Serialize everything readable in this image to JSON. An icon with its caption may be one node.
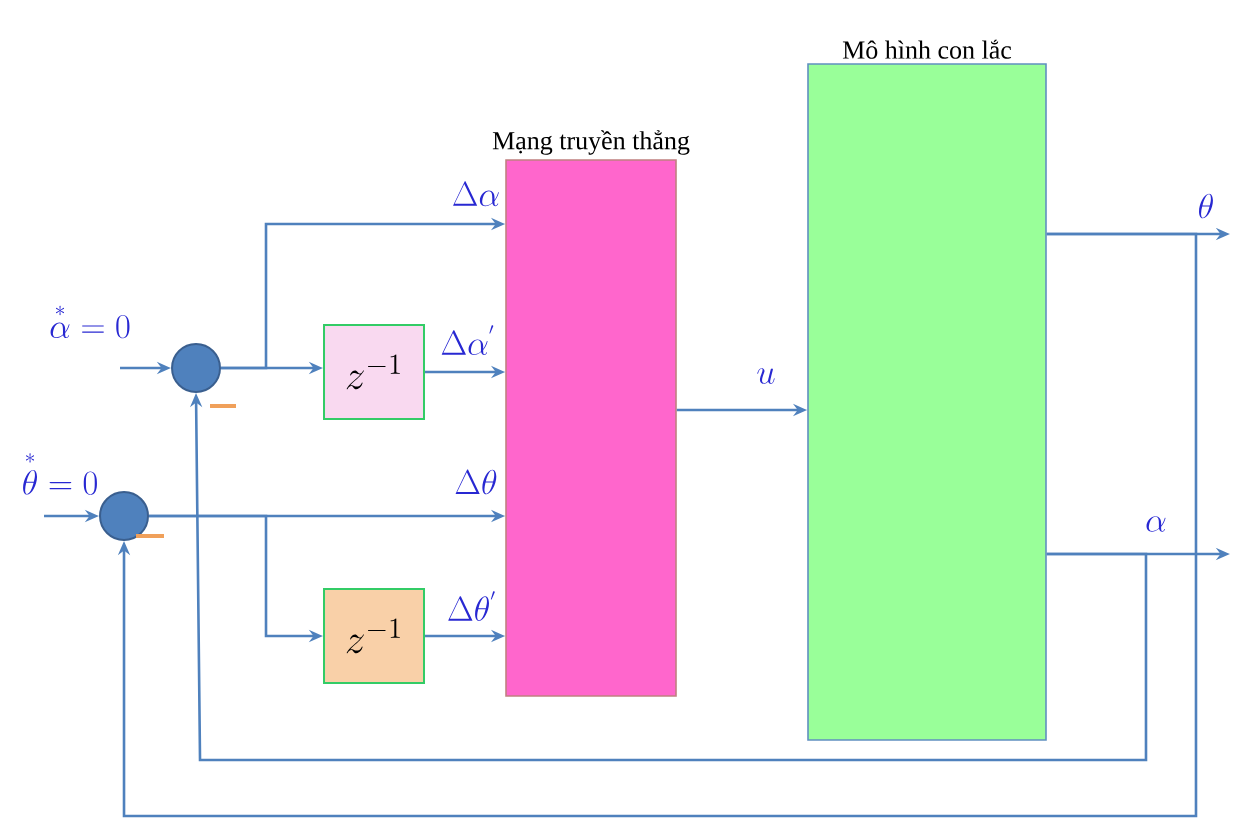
{
  "diagram": {
    "nodes": [
      {
        "text": [],
        "shape": "circle"
      },
      {
        "text": [],
        "shape": "circle"
      },
      {
        "text": [
          "z^{-1}"
        ]
      },
      {
        "text": [
          "z^{-1}"
        ]
      },
      {
        "text": [
          "Mạng truyền thẳng"
        ]
      },
      {
        "text": [
          "Mô hình con lắc"
        ]
      }
    ],
    "edges": [
      {
        "from": null,
        "to": 0,
        "arrow": "to",
        "label": "\\overset{*}{\\alpha}=0"
      },
      {
        "from": null,
        "to": 1,
        "arrow": "to",
        "label": "\\overset{*}{\\theta}=0"
      },
      {
        "from": 0,
        "to": 4,
        "arrow": "to",
        "label": "\\Delta\\alpha"
      },
      {
        "from": 0,
        "to": 2,
        "arrow": "to"
      },
      {
        "from": 2,
        "to": 4,
        "arrow": "to",
        "label": "\\Delta\\alpha^{'}"
      },
      {
        "from": 1,
        "to": 4,
        "arrow": "to",
        "label": "\\Delta\\theta"
      },
      {
        "from": 1,
        "to": 3,
        "arrow": "to"
      },
      {
        "from": 3,
        "to": 4,
        "arrow": "to",
        "label": "\\Delta\\theta^{'}"
      },
      {
        "from": 4,
        "to": 5,
        "arrow": "to",
        "label": "u"
      },
      {
        "from": 5,
        "to": null,
        "arrow": "to",
        "label": "\\theta"
      },
      {
        "from": 5,
        "to": null,
        "arrow": "to",
        "label": "\\alpha"
      },
      {
        "from": 5,
        "to": 0,
        "arrow": "to"
      },
      {
        "from": 5,
        "to": 1,
        "arrow": "to"
      }
    ]
  }
}
